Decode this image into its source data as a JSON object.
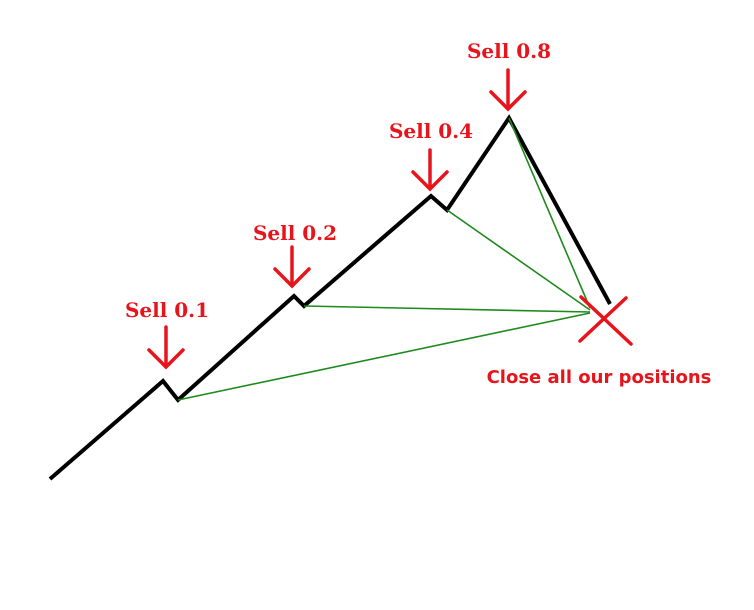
{
  "diagram": {
    "sell_labels": [
      "Sell 0.1",
      "Sell 0.2",
      "Sell 0.4",
      "Sell 0.8"
    ],
    "close_label": "Close all our positions",
    "colors": {
      "price_line": "#000000",
      "arrow": "#e8141c",
      "text": "#e8141c",
      "connector": "#1e8a1e",
      "background": "#ffffff"
    }
  }
}
